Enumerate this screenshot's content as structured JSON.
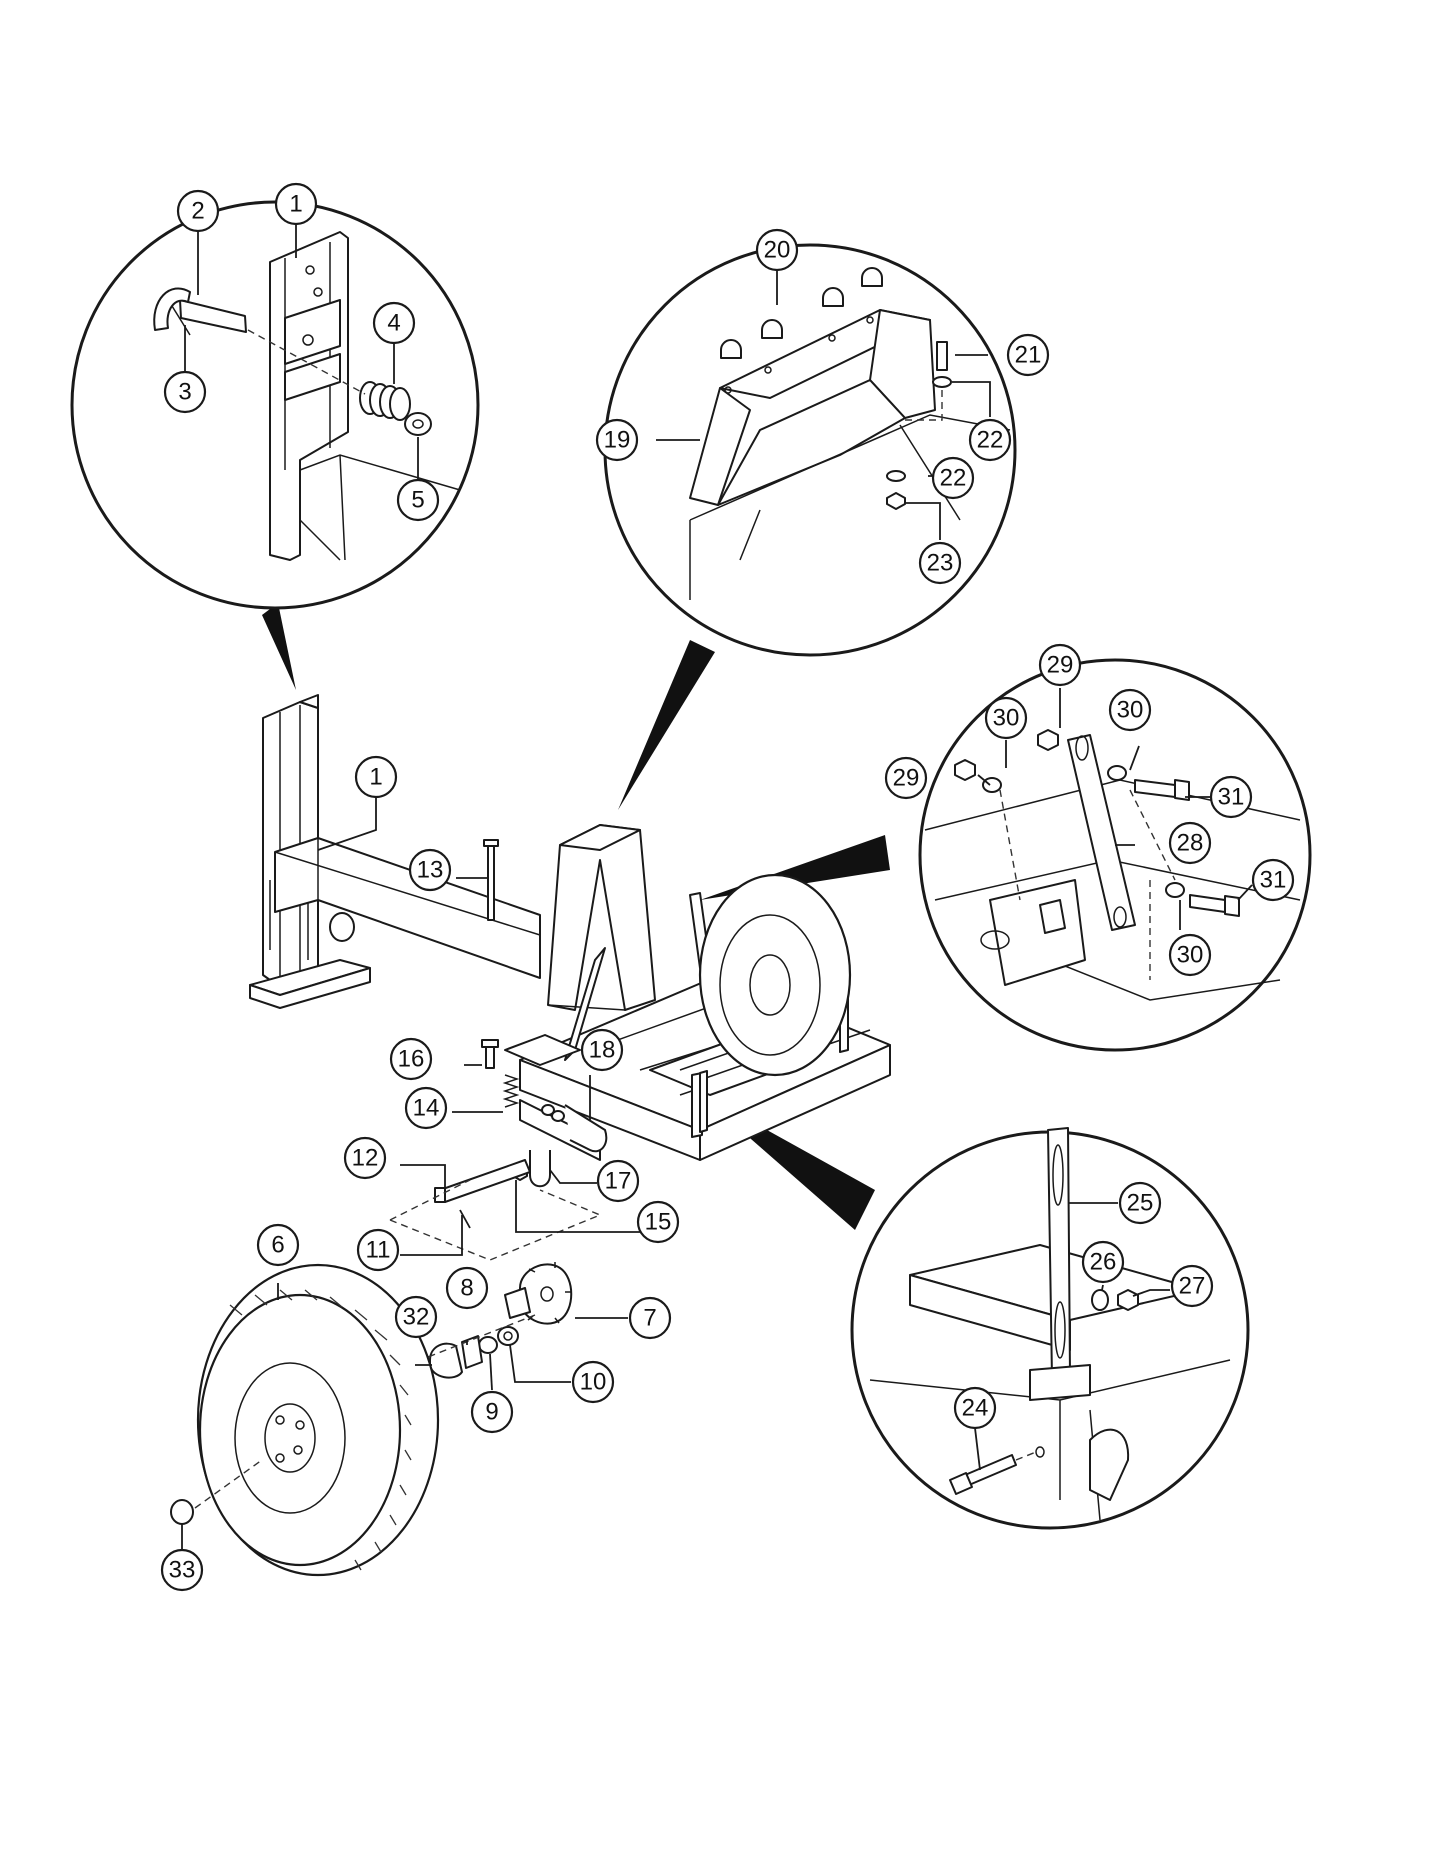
{
  "diagram": {
    "callouts": [
      {
        "id": "c1a",
        "label": "1"
      },
      {
        "id": "c2",
        "label": "2"
      },
      {
        "id": "c3",
        "label": "3"
      },
      {
        "id": "c4",
        "label": "4"
      },
      {
        "id": "c5",
        "label": "5"
      },
      {
        "id": "c20",
        "label": "20"
      },
      {
        "id": "c21",
        "label": "21"
      },
      {
        "id": "c22a",
        "label": "22"
      },
      {
        "id": "c22b",
        "label": "22"
      },
      {
        "id": "c23",
        "label": "23"
      },
      {
        "id": "c19",
        "label": "19"
      },
      {
        "id": "c29a",
        "label": "29"
      },
      {
        "id": "c29b",
        "label": "29"
      },
      {
        "id": "c30a",
        "label": "30"
      },
      {
        "id": "c30b",
        "label": "30"
      },
      {
        "id": "c30c",
        "label": "30"
      },
      {
        "id": "c31a",
        "label": "31"
      },
      {
        "id": "c31b",
        "label": "31"
      },
      {
        "id": "c28",
        "label": "28"
      },
      {
        "id": "c1b",
        "label": "1"
      },
      {
        "id": "c13",
        "label": "13"
      },
      {
        "id": "c16",
        "label": "16"
      },
      {
        "id": "c18",
        "label": "18"
      },
      {
        "id": "c14",
        "label": "14"
      },
      {
        "id": "c12",
        "label": "12"
      },
      {
        "id": "c17",
        "label": "17"
      },
      {
        "id": "c15",
        "label": "15"
      },
      {
        "id": "c11",
        "label": "11"
      },
      {
        "id": "c6",
        "label": "6"
      },
      {
        "id": "c8",
        "label": "8"
      },
      {
        "id": "c7",
        "label": "7"
      },
      {
        "id": "c32",
        "label": "32"
      },
      {
        "id": "c10",
        "label": "10"
      },
      {
        "id": "c9",
        "label": "9"
      },
      {
        "id": "c33",
        "label": "33"
      },
      {
        "id": "c25",
        "label": "25"
      },
      {
        "id": "c26",
        "label": "26"
      },
      {
        "id": "c27",
        "label": "27"
      },
      {
        "id": "c24",
        "label": "24"
      }
    ]
  }
}
